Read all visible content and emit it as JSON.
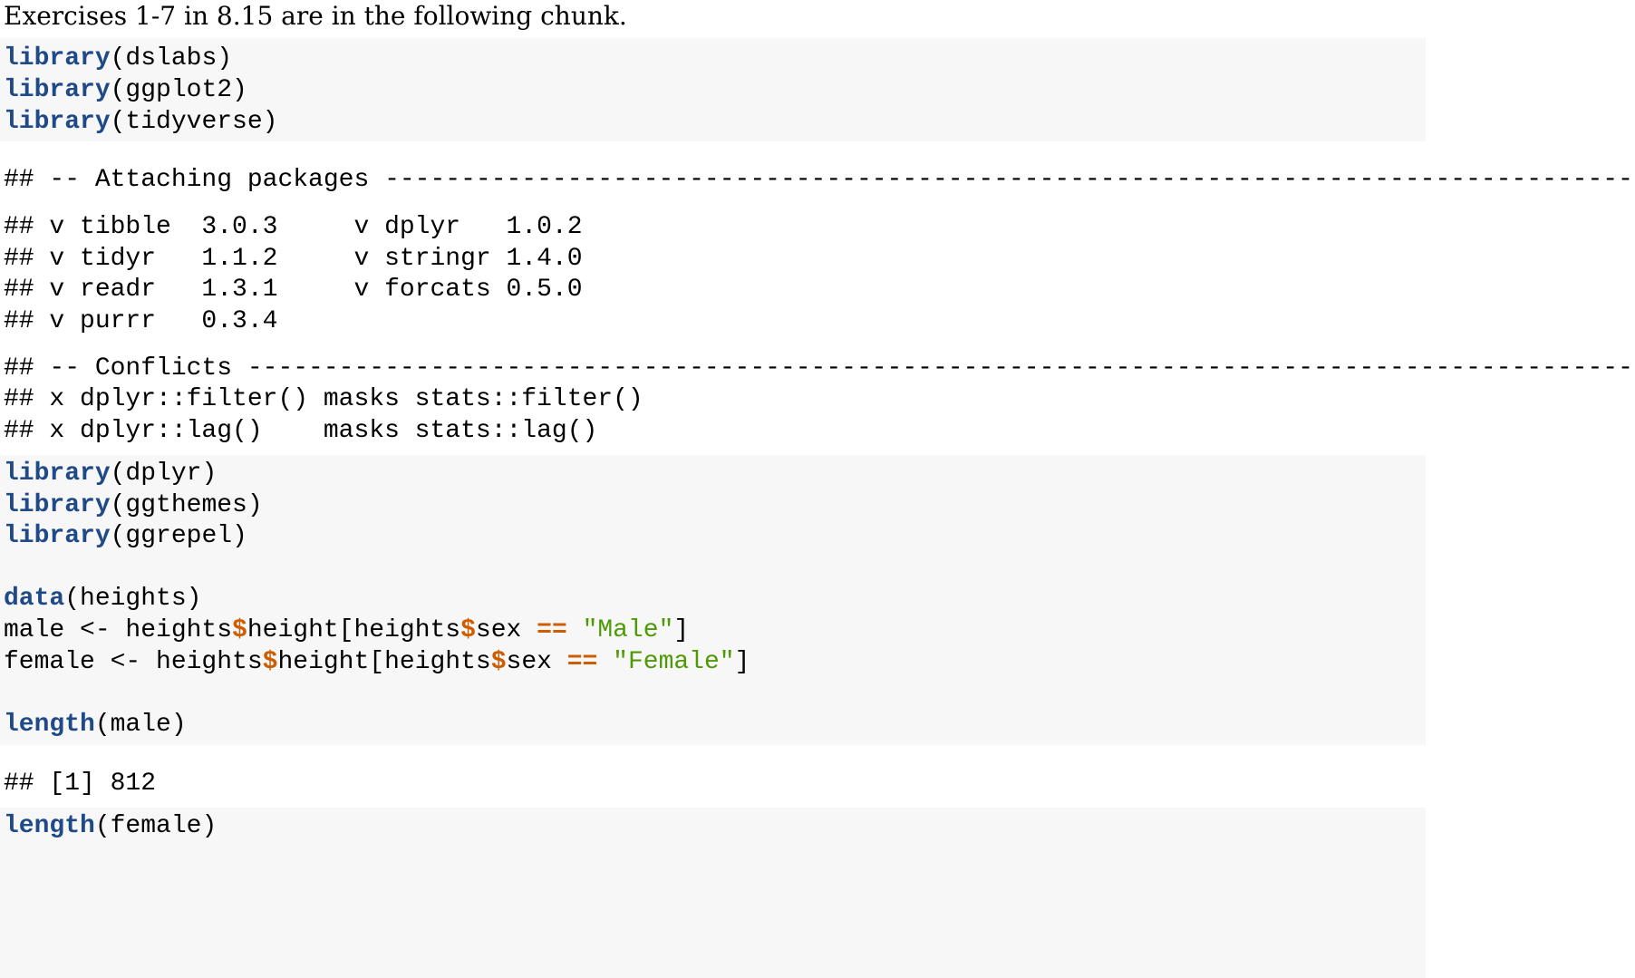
{
  "intro_text": "Exercises 1-7 in 8.15 are in the following chunk.",
  "chunk1": [
    {
      "fn": "library",
      "arg": "(dslabs)"
    },
    {
      "fn": "library",
      "arg": "(ggplot2)"
    },
    {
      "fn": "library",
      "arg": "(tidyverse)"
    }
  ],
  "output_attach": {
    "header": "## -- Attaching packages ---------------------------------------------------------------------------------------------------------------------",
    "lines": [
      "## v tibble  3.0.3     v dplyr   1.0.2",
      "## v tidyr   1.1.2     v stringr 1.4.0",
      "## v readr   1.3.1     v forcats 0.5.0",
      "## v purrr   0.3.4"
    ]
  },
  "output_conflicts": {
    "header": "## -- Conflicts ------------------------------------------------------------------------------------------------------------------------------",
    "lines": [
      "## x dplyr::filter() masks stats::filter()",
      "## x dplyr::lag()    masks stats::lag()"
    ]
  },
  "chunk2": {
    "lib_lines": [
      {
        "fn": "library",
        "arg": "(dplyr)"
      },
      {
        "fn": "library",
        "arg": "(ggthemes)"
      },
      {
        "fn": "library",
        "arg": "(ggrepel)"
      }
    ],
    "data_line": {
      "fn": "data",
      "arg": "(heights)"
    },
    "male_line": {
      "p1": "male <- heights",
      "dollar": "$",
      "p2": "height[heights",
      "dollar2": "$",
      "p3": "sex ",
      "eq": "==",
      "sp": " ",
      "str": "\"Male\"",
      "end": "]"
    },
    "female_line": {
      "p1": "female <- heights",
      "dollar": "$",
      "p2": "height[heights",
      "dollar2": "$",
      "p3": "sex ",
      "eq": "==",
      "sp": " ",
      "str": "\"Female\"",
      "end": "]"
    },
    "length_line": {
      "fn": "length",
      "arg": "(male)"
    }
  },
  "output_len": "## [1] 812",
  "chunk3": {
    "fn": "length",
    "arg": "(female)"
  }
}
